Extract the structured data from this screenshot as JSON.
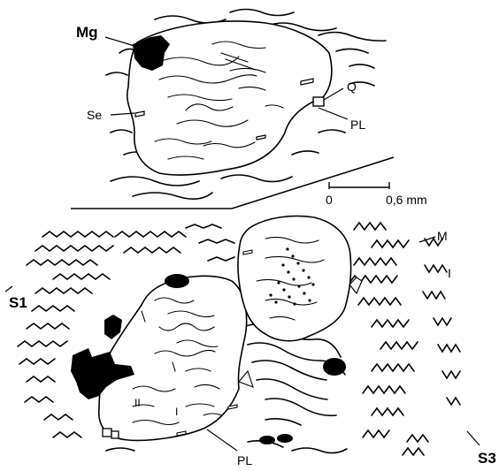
{
  "labels": {
    "mg": "Mg",
    "se": "Se",
    "q": "Q",
    "pl_top": "PL",
    "pl_bottom": "PL",
    "s1": "S1",
    "s3": "S3",
    "m": "M",
    "i_right": "I",
    "i_inner": "I",
    "ii_inner": "II"
  },
  "scale_bar": {
    "start": "0",
    "end": "0,6 mm"
  },
  "colors": {
    "ink": "#000000",
    "paper": "#ffffff"
  }
}
